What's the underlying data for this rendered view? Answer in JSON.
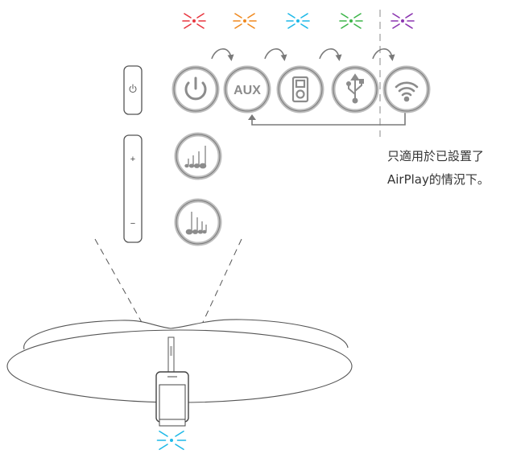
{
  "indicator_colors": {
    "red": "#e8363f",
    "orange": "#f0891e",
    "cyan": "#1eb9e8",
    "green": "#3db54a",
    "purple": "#8b35b0",
    "dock": "#1eb9e8"
  },
  "sources": [
    {
      "id": "power",
      "icon": "power-icon"
    },
    {
      "id": "aux",
      "label": "AUX"
    },
    {
      "id": "ipod",
      "icon": "ipod-icon"
    },
    {
      "id": "usb",
      "icon": "usb-icon"
    },
    {
      "id": "wifi",
      "icon": "wifi-icon"
    }
  ],
  "buttons": {
    "power": "power-icon",
    "plus": "+",
    "minus": "−"
  },
  "volume_icons": [
    "volume-up-icon",
    "volume-down-icon"
  ],
  "note": {
    "line1": "只適用於已設置了",
    "line2": "AirPlay的情況下。"
  },
  "colors": {
    "stroke": "#7a7a7a",
    "ring": "#bdbdbd",
    "icon": "#8c8c8c"
  }
}
